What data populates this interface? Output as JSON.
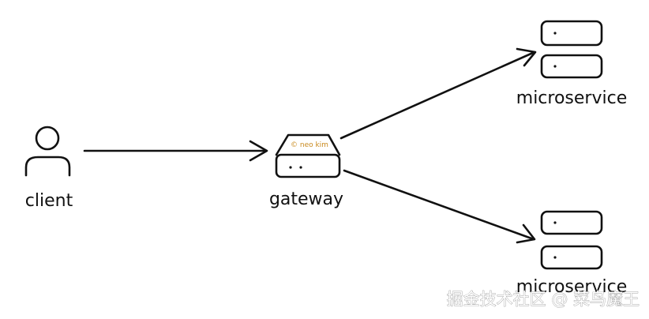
{
  "nodes": {
    "client": {
      "label": "client"
    },
    "gateway": {
      "label": "gateway",
      "signature": "© neo kim"
    },
    "service_top": {
      "label": "microservice"
    },
    "service_bottom": {
      "label": "microservice"
    }
  },
  "edges": [
    {
      "from": "client",
      "to": "gateway"
    },
    {
      "from": "gateway",
      "to": "service_top"
    },
    {
      "from": "gateway",
      "to": "service_bottom"
    }
  ],
  "watermark": "掘金技术社区 @ 菜鸟魔王",
  "colors": {
    "stroke": "#111111",
    "signature": "#c98a1e",
    "background": "#ffffff"
  }
}
